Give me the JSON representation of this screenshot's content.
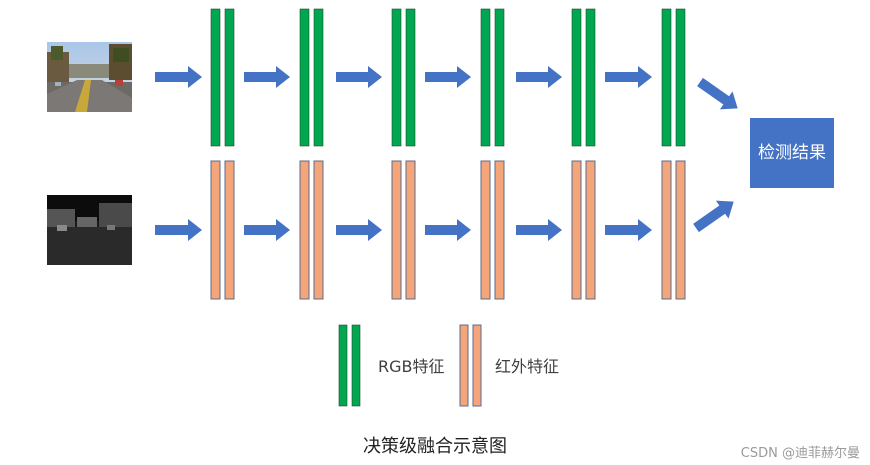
{
  "images": {
    "rgb_input": "rgb-road-photo",
    "ir_input": "infrared-road-photo"
  },
  "result_box_label": "检测结果",
  "legend": {
    "rgb_label": "RGB特征",
    "ir_label": "红外特征"
  },
  "caption": "决策级融合示意图",
  "watermark": "CSDN @迪菲赫尔曼",
  "colors": {
    "rgb_feature": "#00a650",
    "ir_feature": "#f4a57a",
    "ir_feature_border": "#5b6b8c",
    "arrow": "#4472c4",
    "result_box": "#4472c4"
  }
}
